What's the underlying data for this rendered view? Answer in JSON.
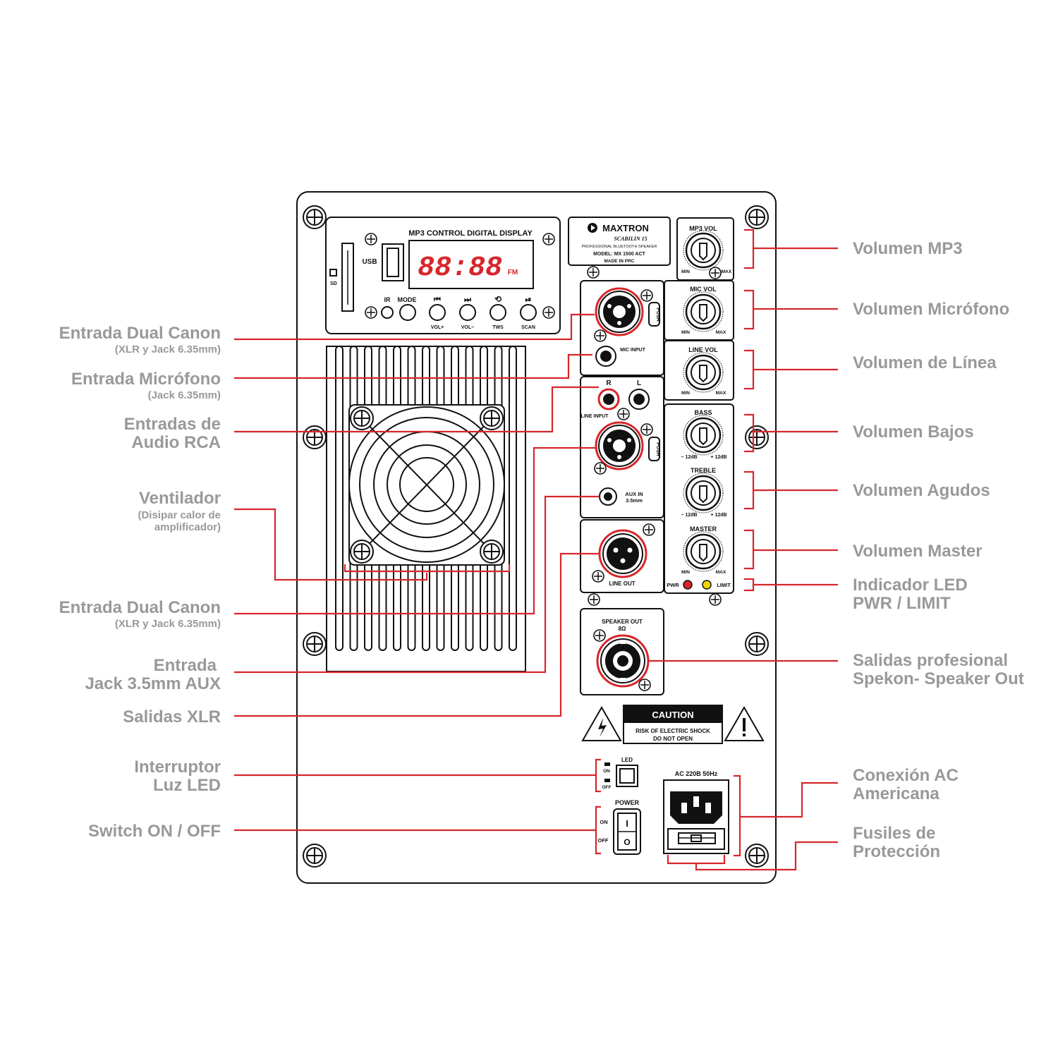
{
  "colors": {
    "accent": "#d7262b",
    "label": "#999999",
    "outline": "#111111",
    "led_pwr": "#d7262b",
    "led_limit": "#f2d600"
  },
  "panel": {
    "mp3_title": "MP3 CONTROL DIGITAL DISPLAY",
    "usb": "USB",
    "sd": "SD",
    "display": "88:88",
    "display_fm": "FM",
    "ir": "IR",
    "mode": "MODE",
    "btn_prev": "⏮",
    "btn_next": "⏭",
    "btn_loop": "⟲",
    "btn_play": "⏯",
    "vol_plus": "VOL+",
    "vol_minus": "VOL−",
    "tws": "TWS",
    "scan": "SCAN",
    "brand": "MAXTRON",
    "brand_model_script": "SCABILIN 15",
    "brand_line1": "PROFESSIONAL BLUETOOTH SPEAKER",
    "brand_line2": "MODEL: MX 1500 ACT",
    "brand_line3": "MADE IN PRC",
    "mp3_vol": "MP3 VOL",
    "mic_vol": "MIC VOL",
    "line_vol": "LINE VOL",
    "bass": "BASS",
    "treble": "TREBLE",
    "master": "MASTER",
    "min": "MIN",
    "max": "MAX",
    "minus12": "− 12dB",
    "plus12": "+ 12dB",
    "push": "PUSH",
    "mic_input": "MIC INPUT",
    "r": "R",
    "l": "L",
    "line_input": "LINE INPUT",
    "aux_in": "AUX IN",
    "aux_mm": "3.5mm",
    "line_out": "LINE OUT",
    "pwr": "PWR",
    "limit": "LIMIT",
    "speaker_out": "SPEAKER OUT",
    "ohm": "8Ω",
    "caution": "CAUTION",
    "caution_l1": "RISK OF ELECTRIC SHOCK",
    "caution_l2": "DO NOT OPEN",
    "led": "LED",
    "on": "ON",
    "off": "OFF",
    "power": "POWER",
    "sw_i": "I",
    "sw_o": "O",
    "ac": "AC 220B 50Hz"
  },
  "labels_left": {
    "dual_canon_1": "Entrada Dual Canon",
    "dual_canon_1_sub": "(XLR y Jack 6.35mm)",
    "mic_in": "Entrada Micrófono",
    "mic_in_sub": "(Jack 6.35mm)",
    "rca_1": "Entradas de",
    "rca_2": "Audio RCA",
    "fan": "Ventilador",
    "fan_sub1": "(Disipar calor de",
    "fan_sub2": "amplificador)",
    "dual_canon_2": "Entrada Dual Canon",
    "dual_canon_2_sub": "(XLR y Jack 6.35mm)",
    "aux_1": "Entrada",
    "aux_2": "Jack 3.5mm AUX",
    "xlr_out": "Salidas XLR",
    "led_sw_1": "Interruptor",
    "led_sw_2": "Luz LED",
    "power_sw": "Switch ON / OFF"
  },
  "labels_right": {
    "mp3_vol": "Volumen MP3",
    "mic_vol": "Volumen Micrófono",
    "line_vol": "Volumen de Línea",
    "bass": "Volumen Bajos",
    "treble": "Volumen Agudos",
    "master": "Volumen Master",
    "led_1": "Indicador LED",
    "led_2": "PWR / LIMIT",
    "speakon_1": "Salidas profesional",
    "speakon_2": "Spekon- Speaker Out",
    "ac_1": "Conexión AC",
    "ac_2": "Americana",
    "fuse_1": "Fusiles de",
    "fuse_2": "Protección"
  }
}
